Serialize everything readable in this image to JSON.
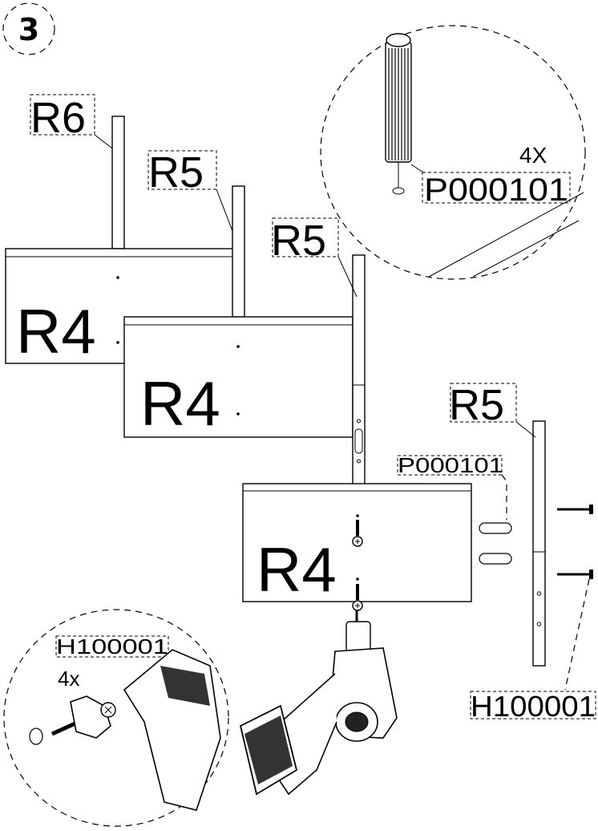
{
  "step": {
    "number": "3"
  },
  "parts": {
    "r6": "R6",
    "r5_back": "R5",
    "r5_mid": "R5",
    "r5_side": "R5",
    "r4_back": "R4",
    "r4_mid": "R4",
    "r4_front": "R4"
  },
  "hardware": {
    "dowel_callout_qty": "4X",
    "dowel_callout_code": "P000101",
    "dowel_label": "P000101",
    "screw_callout_code": "H100001",
    "screw_callout_qty": "4x",
    "screw_label": "H100001"
  }
}
